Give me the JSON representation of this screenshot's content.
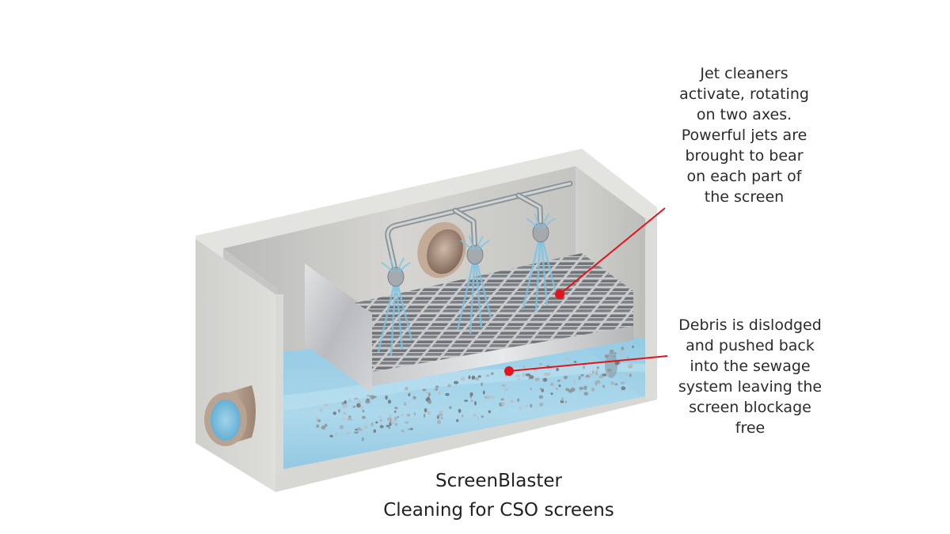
{
  "callouts": {
    "jets": "Jet cleaners\nactivate, rotating\non two axes.\nPowerful jets are\nbrought to bear\non each part of\nthe screen",
    "debris": "Debris is dislodged\nand pushed back\ninto the sewage\nsystem leaving the\nscreen blockage\nfree"
  },
  "caption": {
    "title": "ScreenBlaster",
    "subtitle": "Cleaning for CSO screens"
  },
  "colors": {
    "pointer": "#e3141b",
    "water": "#8fcbe6",
    "concrete": "#d9d9d6",
    "pipe": "#b59e8c",
    "screen": "#8f9296",
    "jet": "#7cc4e6"
  },
  "components": {
    "tank": "concrete chamber",
    "screen": "bar screen grating",
    "jet_cleaners": 3,
    "inlet_pipe": "inlet pipe",
    "outlet_pipe": "outlet pipe"
  }
}
